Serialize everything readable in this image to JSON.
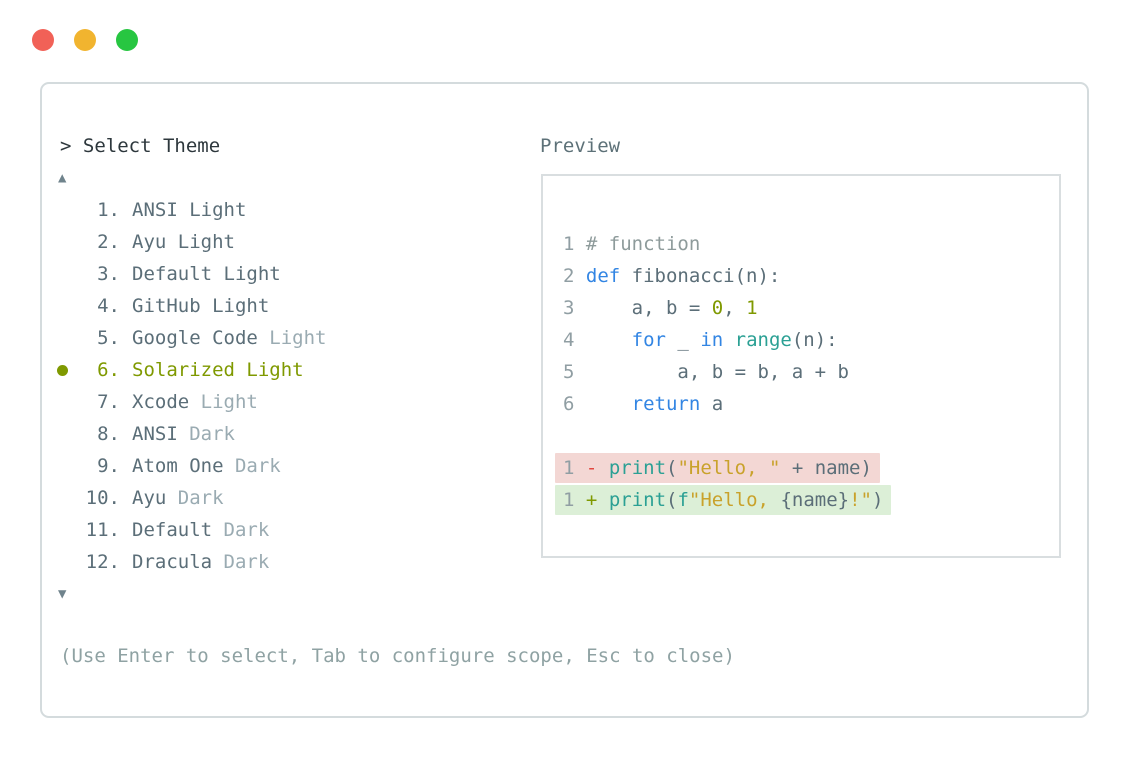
{
  "palette": {
    "light_red": "#f16157",
    "light_yellow": "#f1b42f",
    "light_green": "#27c641",
    "panel_border": "#d4dbdd",
    "inner_border": "#d9dee0",
    "title": "#2d373c",
    "label": "#5d7178",
    "arrow": "#6f838c",
    "help": "#8fa2a3",
    "plain": "#5b6e78",
    "muted": "#9aabb2",
    "selected": "#7f9900",
    "keyword": "#3285e3",
    "builtin": "#2ba094",
    "string": "#c9a22b",
    "number_lit": "#7f9900",
    "comment": "#8e9b9b",
    "line_number": "#909ea3",
    "removed_sign": "#e2473f",
    "added_sign": "#7f9900",
    "removed_bg": "#f3d7d4",
    "added_bg": "#dcefd7"
  },
  "window": {
    "traffic_lights": [
      "close",
      "minimize",
      "maximize"
    ]
  },
  "selector": {
    "prompt": "> Select Theme",
    "scroll_up_icon": "▲",
    "scroll_down_icon": "▼",
    "items": [
      {
        "number": " 1.",
        "name": "ANSI Light",
        "suffix": "",
        "selected": false
      },
      {
        "number": " 2.",
        "name": "Ayu Light",
        "suffix": "",
        "selected": false
      },
      {
        "number": " 3.",
        "name": "Default Light",
        "suffix": "",
        "selected": false
      },
      {
        "number": " 4.",
        "name": "GitHub Light",
        "suffix": "",
        "selected": false
      },
      {
        "number": " 5.",
        "name": "Google Code",
        "suffix": "Light",
        "selected": false
      },
      {
        "number": " 6.",
        "name": "Solarized Light",
        "suffix": "",
        "selected": true
      },
      {
        "number": " 7.",
        "name": "Xcode",
        "suffix": "Light",
        "selected": false
      },
      {
        "number": " 8.",
        "name": "ANSI",
        "suffix": "Dark",
        "selected": false
      },
      {
        "number": " 9.",
        "name": "Atom One",
        "suffix": "Dark",
        "selected": false
      },
      {
        "number": "10.",
        "name": "Ayu",
        "suffix": "Dark",
        "selected": false
      },
      {
        "number": "11.",
        "name": "Default",
        "suffix": "Dark",
        "selected": false
      },
      {
        "number": "12.",
        "name": "Dracula",
        "suffix": "Dark",
        "selected": false
      }
    ],
    "help": "(Use Enter to select, Tab to configure scope, Esc to close)"
  },
  "preview": {
    "label": "Preview",
    "code_lines": [
      {
        "num": "1",
        "segments": [
          {
            "t": "# function",
            "c": "comment"
          }
        ]
      },
      {
        "num": "2",
        "segments": [
          {
            "t": "def",
            "c": "keyword"
          },
          {
            "t": " fibonacci(n):",
            "c": "plain"
          }
        ]
      },
      {
        "num": "3",
        "segments": [
          {
            "t": "    a, b = ",
            "c": "plain"
          },
          {
            "t": "0",
            "c": "number"
          },
          {
            "t": ", ",
            "c": "plain"
          },
          {
            "t": "1",
            "c": "number"
          }
        ]
      },
      {
        "num": "4",
        "segments": [
          {
            "t": "    ",
            "c": "plain"
          },
          {
            "t": "for",
            "c": "keyword"
          },
          {
            "t": " _ ",
            "c": "plain"
          },
          {
            "t": "in",
            "c": "keyword"
          },
          {
            "t": " ",
            "c": "plain"
          },
          {
            "t": "range",
            "c": "builtin"
          },
          {
            "t": "(n):",
            "c": "plain"
          }
        ]
      },
      {
        "num": "5",
        "segments": [
          {
            "t": "        a, b = b, a + b",
            "c": "plain"
          }
        ]
      },
      {
        "num": "6",
        "segments": [
          {
            "t": "    ",
            "c": "plain"
          },
          {
            "t": "return",
            "c": "keyword"
          },
          {
            "t": " a",
            "c": "plain"
          }
        ]
      }
    ],
    "diff_lines": [
      {
        "num": "1",
        "kind": "removed",
        "segments": [
          {
            "t": " ",
            "c": "plain"
          },
          {
            "t": "-",
            "c": "removed_sign"
          },
          {
            "t": " ",
            "c": "plain"
          },
          {
            "t": "print",
            "c": "builtin"
          },
          {
            "t": "(",
            "c": "plain"
          },
          {
            "t": "\"Hello, \"",
            "c": "string"
          },
          {
            "t": " + name)",
            "c": "plain"
          }
        ]
      },
      {
        "num": "1",
        "kind": "added",
        "segments": [
          {
            "t": " ",
            "c": "plain"
          },
          {
            "t": "+",
            "c": "added_sign"
          },
          {
            "t": " ",
            "c": "plain"
          },
          {
            "t": "print",
            "c": "builtin"
          },
          {
            "t": "(",
            "c": "plain"
          },
          {
            "t": "f",
            "c": "builtin"
          },
          {
            "t": "\"Hello, ",
            "c": "string"
          },
          {
            "t": "{name}",
            "c": "plain"
          },
          {
            "t": "!\"",
            "c": "string"
          },
          {
            "t": ")",
            "c": "plain"
          }
        ]
      }
    ]
  }
}
